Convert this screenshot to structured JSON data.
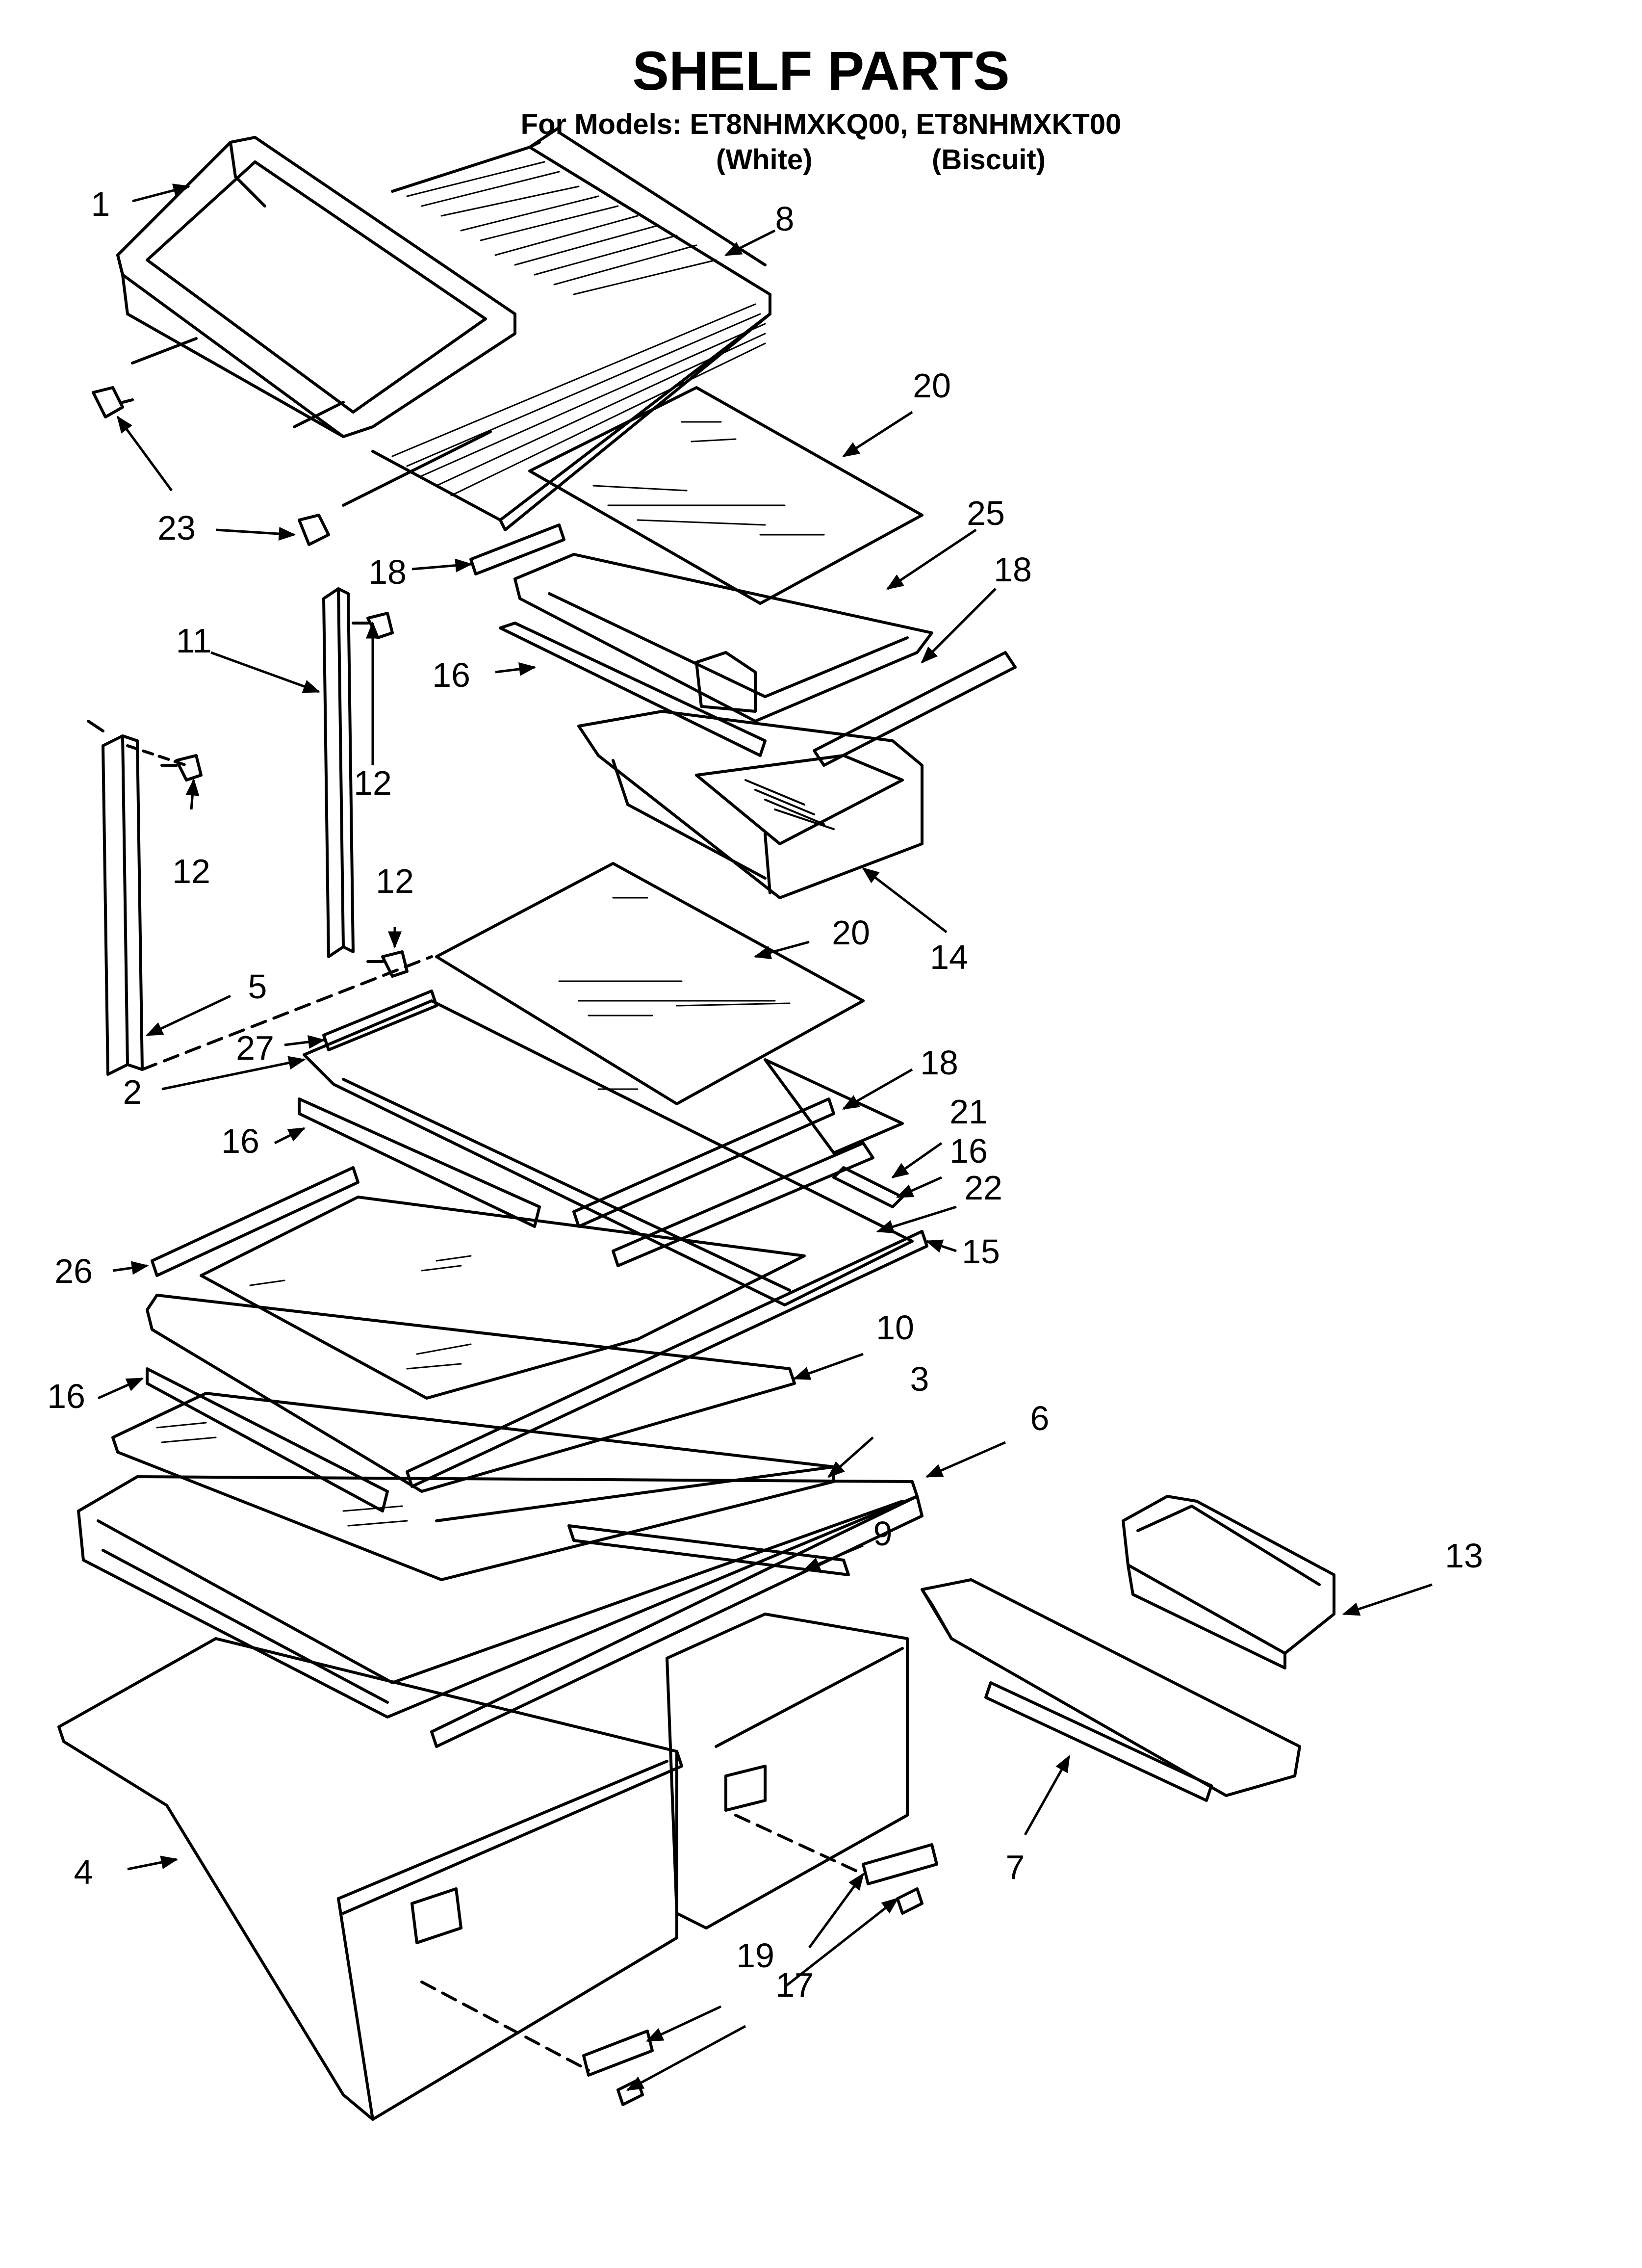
{
  "header": {
    "title": "SHELF PARTS",
    "models": "For Models: ET8NHMXKQ00, ET8NHMXKT00",
    "variant_1": "(White)",
    "variant_2": "(Biscuit)"
  },
  "callouts": {
    "c1": "1",
    "c8": "8",
    "c20a": "20",
    "c23": "23",
    "c25": "25",
    "c18a": "18",
    "c18b": "18",
    "c11": "11",
    "c12a": "12",
    "c16a": "16",
    "c12b": "12",
    "c12c": "12",
    "c14": "14",
    "c20b": "20",
    "c5": "5",
    "c27": "27",
    "c18c": "18",
    "c2": "2",
    "c16b": "16",
    "c21": "21",
    "c16c": "16",
    "c22": "22",
    "c26": "26",
    "c15": "15",
    "c10": "10",
    "c16d": "16",
    "c3": "3",
    "c6": "6",
    "c13": "13",
    "c9": "9",
    "c4": "4",
    "c7": "7",
    "c19": "19",
    "c17": "17"
  }
}
